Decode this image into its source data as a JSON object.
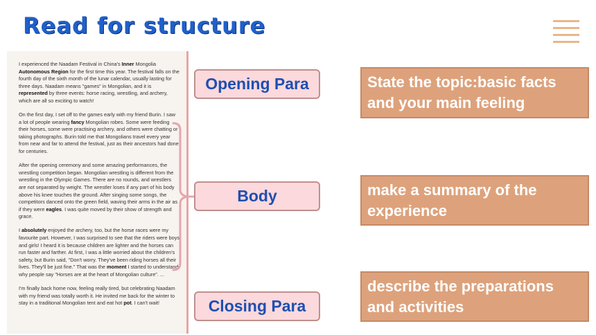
{
  "title": "Read for structure",
  "article": {
    "paragraphs": [
      [
        {
          "t": "I experienced the Naadam Festival in China's "
        },
        {
          "t": "Inner",
          "b": true
        },
        {
          "t": " Mongolia "
        },
        {
          "t": "Autonomous Region",
          "b": true
        },
        {
          "t": " for the first time this year. The festival falls on the fourth day of the sixth month of the lunar calendar, usually lasting for three days. Naadam means \"games\" in Mongolian, and it is "
        },
        {
          "t": "represented",
          "b": true
        },
        {
          "t": " by three events: horse racing, wrestling, and archery, which are all so exciting to watch!"
        }
      ],
      [
        {
          "t": "On the first day, I set off to the games early with my friend Burin. I saw a lot of people wearing "
        },
        {
          "t": "fancy",
          "b": true
        },
        {
          "t": " Mongolian robes. Some were feeding their horses, some were practising archery, and others were chatting or taking photographs. Burin told me that Mongolians travel every year from near and far to attend the festival, just as their ancestors had done for centuries."
        }
      ],
      [
        {
          "t": "After the opening ceremony and some amazing performances, the wrestling competition began. Mongolian wrestling is different from the wrestling in the Olympic Games. There are no rounds, and wrestlers are not separated by weight. The wrestler loses if any part of his body above his knee touches the ground. After singing some songs, the competitors danced onto the green field, waving their arms in the air as if they were "
        },
        {
          "t": "eagles",
          "b": true
        },
        {
          "t": ". I was quite moved by their show of strength and grace."
        }
      ],
      [
        {
          "t": "I "
        },
        {
          "t": "absolutely",
          "b": true
        },
        {
          "t": " enjoyed the archery, too, but the horse races were my favourite part. However, I was surprised to see that the riders were boys and girls! I heard it is because children are lighter and the horses can run faster and farther. At first, I was a little worried about the children's safety, but Burin said, \"Don't worry. They've been riding horses all their lives. They'll be just fine.\" That was the "
        },
        {
          "t": "moment",
          "b": true
        },
        {
          "t": " I started to understand why people say \"Horses are at the heart of Mongolian culture\". ..."
        }
      ],
      [
        {
          "t": "I'm finally back home now, feeling really tired, but celebrating Naadam with my friend was totally worth it. He invited me back for the winter to stay in a traditional Mongolian tent and eat hot "
        },
        {
          "t": "pot",
          "b": true
        },
        {
          "t": ". I can't wait!"
        }
      ]
    ]
  },
  "labels": {
    "opening": "Opening Para",
    "body": "Body",
    "closing": "Closing Para"
  },
  "descriptions": {
    "topic": "State the topic:basic facts and your main feeling",
    "summary": "make a summary of the experience",
    "preparations": "describe the  preparations and activities"
  },
  "colors": {
    "title": "#2060c8",
    "label_bg": "#fbd9dc",
    "label_text": "#1f4fb0",
    "desc_bg": "#dda27c",
    "bracket": "#e8a5ad"
  },
  "icons": {
    "menu": "hamburger-menu-icon"
  }
}
